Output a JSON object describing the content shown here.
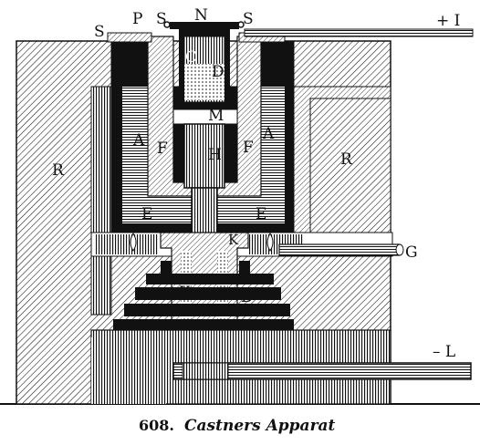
{
  "caption": {
    "number": "608.",
    "title": "Castners Apparat"
  },
  "labels": {
    "S_left": "S",
    "P": "P",
    "S_mid": "S",
    "N": "N",
    "S_right": "S",
    "plus_I": "+ I",
    "C": "C",
    "D": "D",
    "M": "M",
    "A_left": "A",
    "F_left": "F",
    "H": "H",
    "F_right": "F",
    "A_right": "A",
    "R_left": "R",
    "R_right": "R",
    "E_left": "E",
    "E_right": "E",
    "K_top": "K",
    "G": "G",
    "K_bottom": "K",
    "B": "B",
    "minus_L": "– L"
  },
  "colors": {
    "ink": "#111111",
    "paper": "#ffffff"
  }
}
